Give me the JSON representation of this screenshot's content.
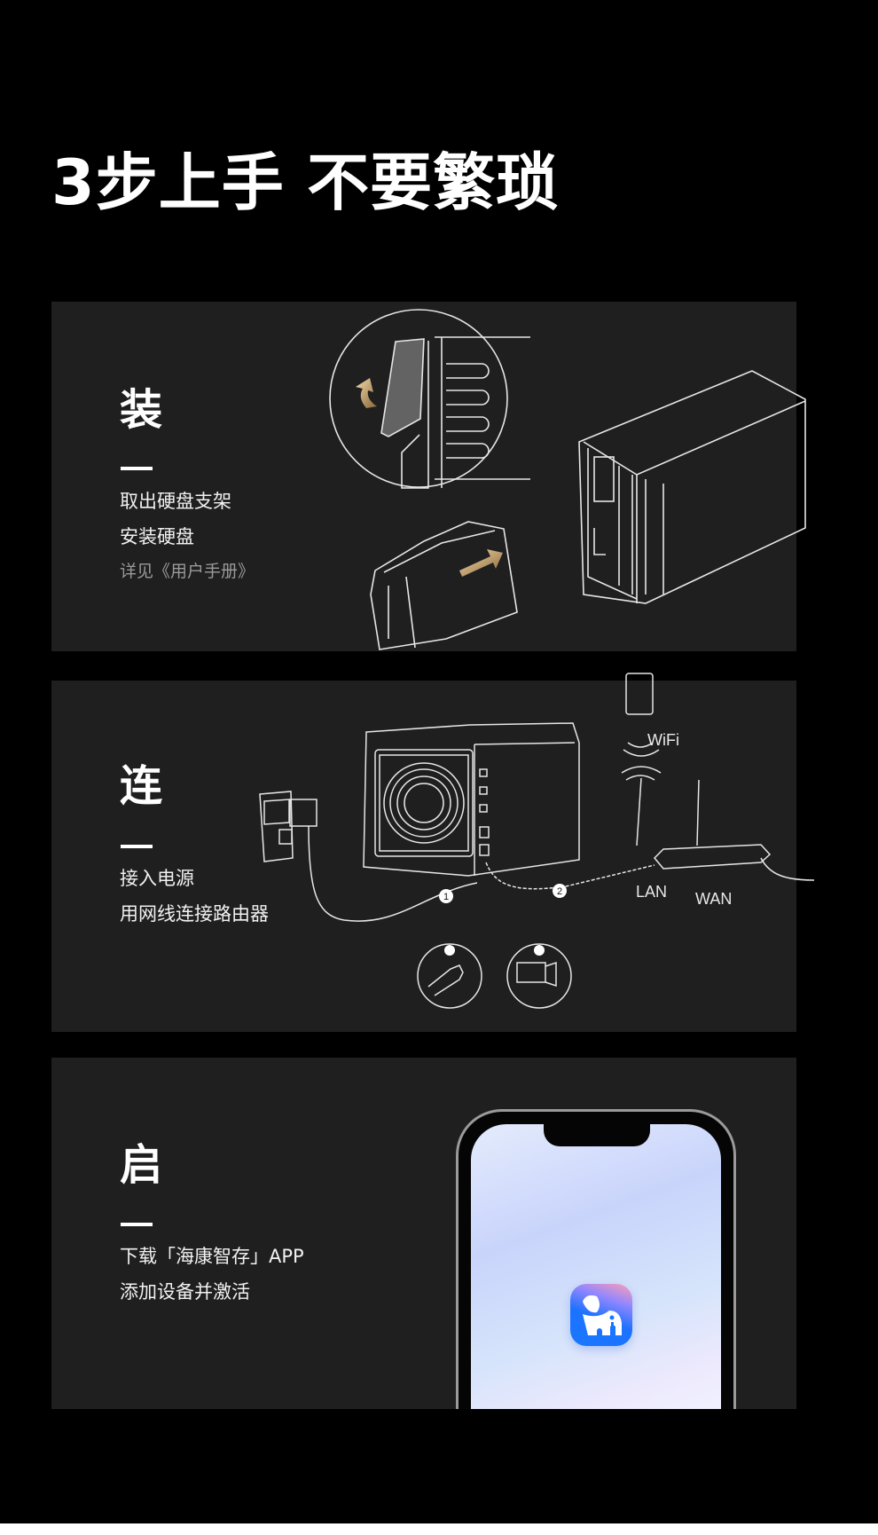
{
  "page": {
    "title": "3步上手 不要繁琐",
    "colors": {
      "background": "#000000",
      "panel": "#1f1f1f",
      "text": "#ffffff",
      "muted_text": "#9a9a9a",
      "accent_gold": "#c9a46a",
      "app_blue": "#1877ff"
    }
  },
  "steps": [
    {
      "heading": "装",
      "lines": [
        "取出硬盘支架",
        "安装硬盘"
      ],
      "note": "详见《用户手册》",
      "illustration": "install-drive-illustration"
    },
    {
      "heading": "连",
      "lines": [
        "接入电源",
        "用网线连接路由器"
      ],
      "illustration": "connect-network-illustration",
      "labels": {
        "wifi": "WiFi",
        "lan": "LAN",
        "wan": "WAN",
        "callout_1": "1",
        "callout_2": "2"
      }
    },
    {
      "heading": "启",
      "lines": [
        "下载「海康智存」APP",
        "添加设备并激活"
      ],
      "illustration": "phone-app-illustration",
      "app_icon": "elephant-app-icon"
    }
  ]
}
